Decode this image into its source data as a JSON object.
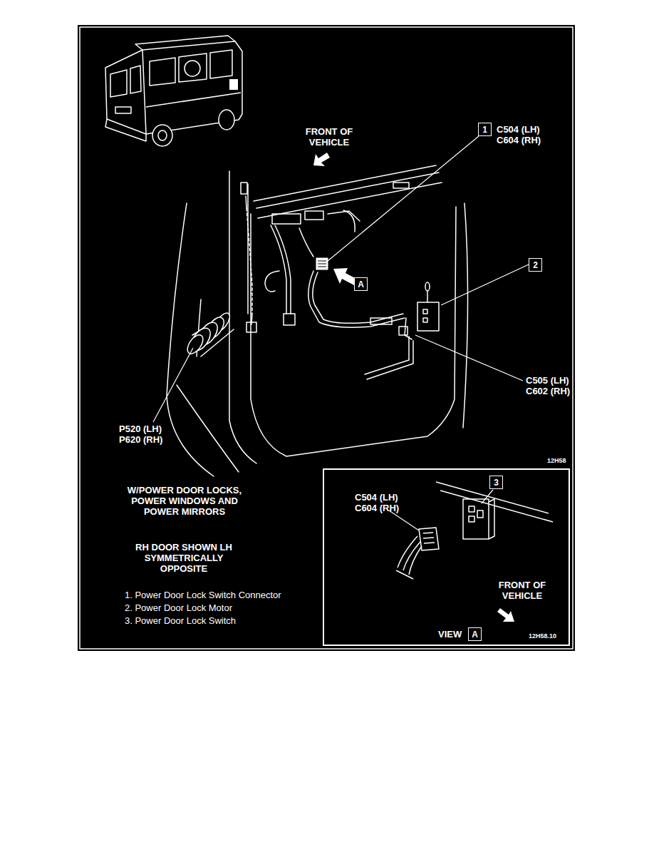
{
  "diagram": {
    "nodes": [
      {
        "text": [
          "1"
        ]
      },
      {
        "text": [
          "2"
        ]
      },
      {
        "text": [
          "A"
        ]
      },
      {
        "text": [
          "C504 (LH) C604 (RH)",
          "FRONT OF VEHICLE",
          "VIEW",
          "12H58.10"
        ]
      },
      {
        "text": [
          "3"
        ],
        "in": 3
      },
      {
        "text": [
          "A"
        ],
        "in": 3
      }
    ],
    "labels": [
      "C504 (LH) C604 (RH)",
      "FRONT OF VEHICLE",
      "C505 (LH) C602 (RH)",
      "P520 (LH) P620 (RH)",
      "12H58",
      "W/POWER DOOR LOCKS, POWER WINDOWS AND POWER MIRRORS",
      "RH DOOR SHOWN LH SYMMETRICALLY OPPOSITE",
      "1. Power Door Lock Switch Connector",
      "2. Power Door Lock Motor",
      "3. Power Door Lock Switch"
    ]
  }
}
